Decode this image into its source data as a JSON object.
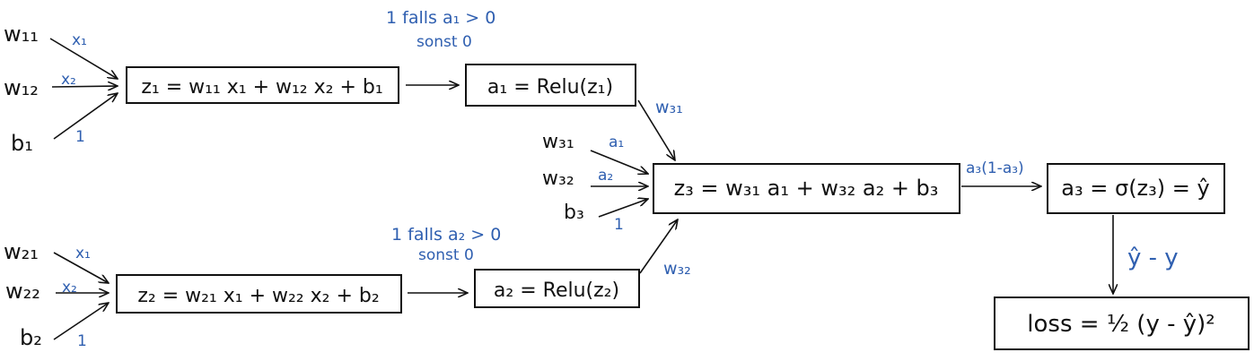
{
  "colors": {
    "ink": "#111111",
    "annotation": "#2f5fb0"
  },
  "nodes": {
    "z1": "z₁ = w₁₁ x₁ + w₁₂ x₂ + b₁",
    "a1": "a₁ = Relu(z₁)",
    "z2": "z₂ = w₂₁ x₁ + w₂₂ x₂ + b₂",
    "a2": "a₂ = Relu(z₂)",
    "z3": "z₃ = w₃₁ a₁ + w₃₂ a₂ + b₃",
    "a3": "a₃ = σ(z₃) = ŷ",
    "loss": "loss = ½ (y - ŷ)²"
  },
  "inputs": {
    "w11": "w₁₁",
    "w12": "w₁₂",
    "b1": "b₁",
    "w21": "w₂₁",
    "w22": "w₂₂",
    "b2": "b₂",
    "w31": "w₃₁",
    "w32": "w₃₂",
    "b3": "b₃"
  },
  "gradients": {
    "w11": "x₁",
    "w12": "x₂",
    "b1": "1",
    "w21": "x₁",
    "w22": "x₂",
    "b2": "1",
    "w31_in": "a₁",
    "w32_in": "a₂",
    "b3": "1",
    "a1_to_z3": "w₃₁",
    "a2_to_z3": "w₃₂",
    "relu1_line1": "1 falls a₁ > 0",
    "relu1_line2": "sonst 0",
    "relu2_line1": "1 falls a₂ > 0",
    "relu2_line2": "sonst 0",
    "sigmoid": "a₃(1-a₃)",
    "loss": "ŷ - y"
  }
}
